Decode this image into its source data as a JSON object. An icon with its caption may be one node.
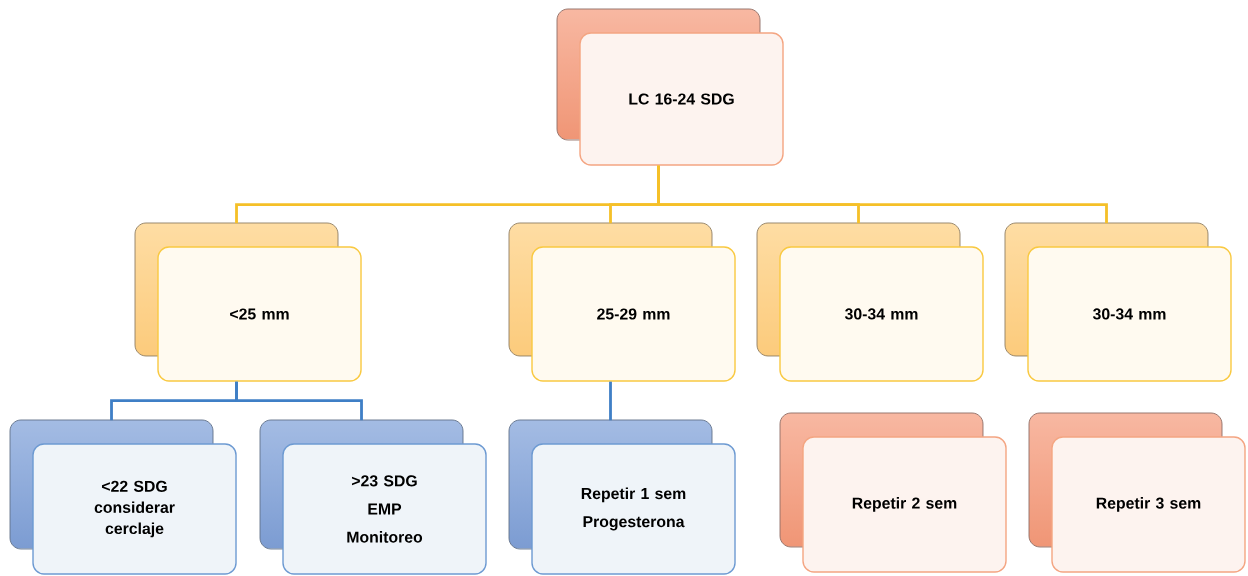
{
  "diagram": {
    "nodes": [
      {
        "text": [
          "LC 16-24 SDG"
        ]
      },
      {
        "text": [
          "<25 mm"
        ]
      },
      {
        "text": [
          "25-29 mm"
        ]
      },
      {
        "text": [
          "30-34 mm"
        ]
      },
      {
        "text": [
          "30-34 mm"
        ]
      },
      {
        "text": [
          "<22 SDG considerar cerclaje"
        ]
      },
      {
        "text": [
          ">23 SDG",
          "EMP",
          "Monitoreo"
        ]
      },
      {
        "text": [
          "Repetir 1 sem",
          "Progesterona"
        ]
      },
      {
        "text": [
          "Repetir 2 sem"
        ]
      },
      {
        "text": [
          "Repetir 3 sem"
        ]
      }
    ],
    "edges": [
      {
        "from": 0,
        "to": 1,
        "arrow": "none"
      },
      {
        "from": 0,
        "to": 2,
        "arrow": "none"
      },
      {
        "from": 0,
        "to": 3,
        "arrow": "none"
      },
      {
        "from": 0,
        "to": 4,
        "arrow": "none"
      },
      {
        "from": 1,
        "to": 5,
        "arrow": "none",
        "color": "#3f7fc6"
      },
      {
        "from": 1,
        "to": 6,
        "arrow": "none",
        "color": "#3f7fc6"
      },
      {
        "from": 2,
        "to": 7,
        "arrow": "none",
        "color": "#3f7fc6"
      }
    ]
  }
}
